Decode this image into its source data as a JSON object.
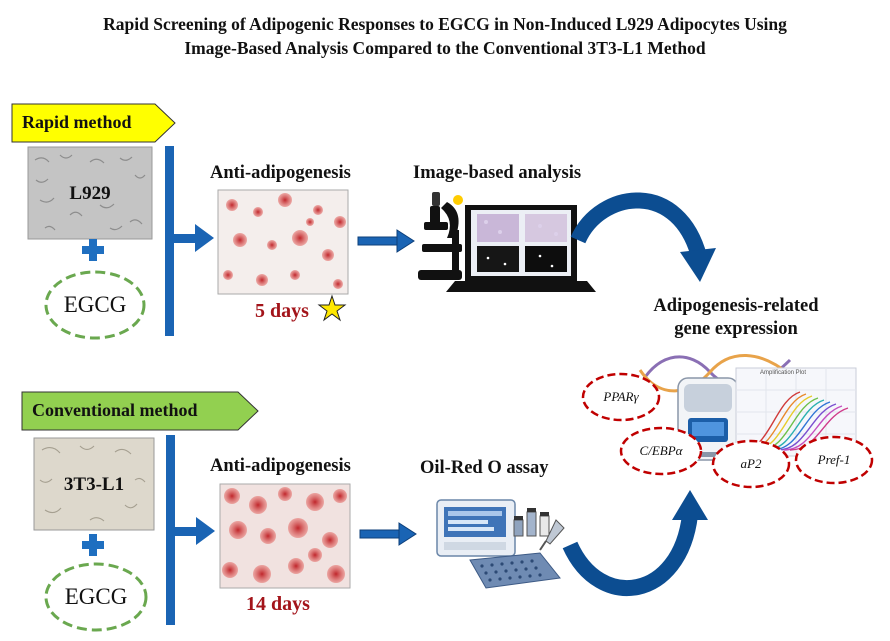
{
  "title": {
    "line1": "Rapid Screening of Adipogenic Responses to EGCG in Non-Induced  L929 Adipocytes Using",
    "line2": "Image-Based Analysis Compared to the Conventional 3T3-L1 Method"
  },
  "rapid": {
    "tag": "Rapid  method",
    "cell": "L929",
    "treatment": "EGCG",
    "step1": "Anti-adipogenesis",
    "days": "5 days",
    "step2": "Image-based  analysis"
  },
  "conventional": {
    "tag": "Conventional  method",
    "cell": "3T3-L1",
    "treatment": "EGCG",
    "step1": "Anti-adipogenesis",
    "days": "14 days",
    "step2": "Oil-Red  O assay"
  },
  "result": {
    "line1": "Adipogenesis-related",
    "line2": "gene expression",
    "genes": [
      "PPARγ",
      "C/EBPα",
      "aP2",
      "Pref-1"
    ],
    "qpcr_plot_title": "Amplification Plot"
  },
  "colors": {
    "rapid_tag": "#ffff00",
    "conventional_tag": "#92d050",
    "arrow_blue": "#0d5aa7",
    "days_red": "#a3141a",
    "ellipse_green": "#6aa84f",
    "ellipse_red": "#c00000"
  }
}
